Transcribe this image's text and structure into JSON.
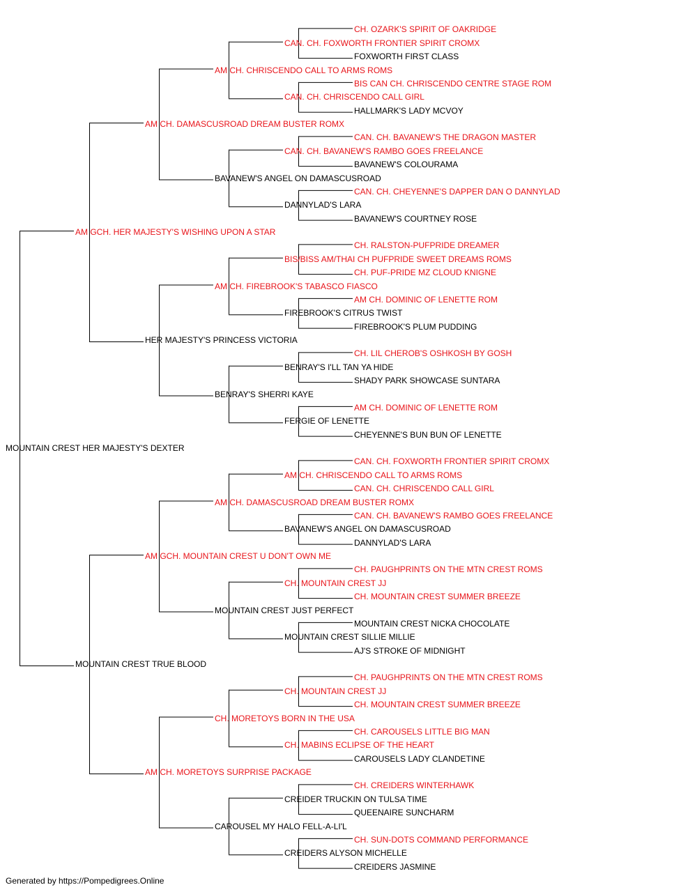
{
  "pedigree": {
    "name": "MOUNTAIN CREST HER MAJESTY'S DEXTER",
    "champion": false,
    "sire": {
      "name": "AM GCH. HER MAJESTY'S WISHING UPON A STAR",
      "champion": true,
      "sire": {
        "name": "AM CH. DAMASCUSROAD DREAM BUSTER ROMX",
        "champion": true,
        "sire": {
          "name": "AM CH. CHRISCENDO CALL TO ARMS ROMS",
          "champion": true,
          "sire": {
            "name": "CAN. CH. FOXWORTH FRONTIER SPIRIT CROMX",
            "champion": true,
            "sire": {
              "name": "CH. OZARK'S SPIRIT OF OAKRIDGE",
              "champion": true
            },
            "dam": {
              "name": "FOXWORTH FIRST CLASS",
              "champion": false
            }
          },
          "dam": {
            "name": "CAN. CH. CHRISCENDO CALL GIRL",
            "champion": true,
            "sire": {
              "name": "BIS CAN CH. CHRISCENDO CENTRE STAGE ROM",
              "champion": true
            },
            "dam": {
              "name": "HALLMARK'S LADY MCVOY",
              "champion": false
            }
          }
        },
        "dam": {
          "name": "BAVANEW'S ANGEL ON DAMASCUSROAD",
          "champion": false,
          "sire": {
            "name": "CAN. CH. BAVANEW'S RAMBO GOES FREELANCE",
            "champion": true,
            "sire": {
              "name": "CAN. CH. BAVANEW'S THE DRAGON MASTER",
              "champion": true
            },
            "dam": {
              "name": "BAVANEW'S COLOURAMA",
              "champion": false
            }
          },
          "dam": {
            "name": "DANNYLAD'S LARA",
            "champion": false,
            "sire": {
              "name": "CAN. CH. CHEYENNE'S DAPPER DAN O DANNYLAD",
              "champion": true
            },
            "dam": {
              "name": "BAVANEW'S COURTNEY ROSE",
              "champion": false
            }
          }
        }
      },
      "dam": {
        "name": "HER MAJESTY'S PRINCESS VICTORIA",
        "champion": false,
        "sire": {
          "name": "AM CH. FIREBROOK'S TABASCO FIASCO",
          "champion": true,
          "sire": {
            "name": "BIS/BISS AM/THAI CH PUFPRIDE SWEET DREAMS ROMS",
            "champion": true,
            "sire": {
              "name": "CH. RALSTON-PUFPRIDE DREAMER",
              "champion": true
            },
            "dam": {
              "name": "CH. PUF-PRIDE MZ CLOUD KNIGNE",
              "champion": true
            }
          },
          "dam": {
            "name": "FIREBROOK'S CITRUS TWIST",
            "champion": false,
            "sire": {
              "name": "AM CH. DOMINIC OF LENETTE ROM",
              "champion": true
            },
            "dam": {
              "name": "FIREBROOK'S PLUM PUDDING",
              "champion": false
            }
          }
        },
        "dam": {
          "name": "BENRAY'S SHERRI KAYE",
          "champion": false,
          "sire": {
            "name": "BENRAY'S I'LL TAN YA HIDE",
            "champion": false,
            "sire": {
              "name": "CH. LIL CHEROB'S OSHKOSH BY GOSH",
              "champion": true
            },
            "dam": {
              "name": "SHADY PARK SHOWCASE SUNTARA",
              "champion": false
            }
          },
          "dam": {
            "name": "FERGIE OF LENETTE",
            "champion": false,
            "sire": {
              "name": "AM CH. DOMINIC OF LENETTE ROM",
              "champion": true
            },
            "dam": {
              "name": "CHEYENNE'S BUN BUN OF LENETTE",
              "champion": false
            }
          }
        }
      }
    },
    "dam": {
      "name": "MOUNTAIN CREST TRUE BLOOD",
      "champion": false,
      "sire": {
        "name": "AM GCH. MOUNTAIN CREST U DON'T OWN ME",
        "champion": true,
        "sire": {
          "name": "AM CH. DAMASCUSROAD DREAM BUSTER ROMX",
          "champion": true,
          "sire": {
            "name": "AM CH. CHRISCENDO CALL TO ARMS ROMS",
            "champion": true,
            "sire": {
              "name": "CAN. CH. FOXWORTH FRONTIER SPIRIT CROMX",
              "champion": true
            },
            "dam": {
              "name": "CAN. CH. CHRISCENDO CALL GIRL",
              "champion": true
            }
          },
          "dam": {
            "name": "BAVANEW'S ANGEL ON DAMASCUSROAD",
            "champion": false,
            "sire": {
              "name": "CAN. CH. BAVANEW'S RAMBO GOES FREELANCE",
              "champion": true
            },
            "dam": {
              "name": "DANNYLAD'S LARA",
              "champion": false
            }
          }
        },
        "dam": {
          "name": "MOUNTAIN CREST JUST PERFECT",
          "champion": false,
          "sire": {
            "name": "CH. MOUNTAIN CREST JJ",
            "champion": true,
            "sire": {
              "name": "CH. PAUGHPRINTS ON THE MTN CREST ROMS",
              "champion": true
            },
            "dam": {
              "name": "CH. MOUNTAIN CREST SUMMER BREEZE",
              "champion": true
            }
          },
          "dam": {
            "name": "MOUNTAIN CREST SILLIE MILLIE",
            "champion": false,
            "sire": {
              "name": "MOUNTAIN CREST NICKA CHOCOLATE",
              "champion": false
            },
            "dam": {
              "name": "AJ'S STROKE OF MIDNIGHT",
              "champion": false
            }
          }
        }
      },
      "dam": {
        "name": "AM CH. MORETOYS SURPRISE PACKAGE",
        "champion": true,
        "sire": {
          "name": "CH. MORETOYS BORN IN THE USA",
          "champion": true,
          "sire": {
            "name": "CH. MOUNTAIN CREST JJ",
            "champion": true,
            "sire": {
              "name": "CH. PAUGHPRINTS ON THE MTN CREST ROMS",
              "champion": true
            },
            "dam": {
              "name": "CH. MOUNTAIN CREST SUMMER BREEZE",
              "champion": true
            }
          },
          "dam": {
            "name": "CH. MABINS ECLIPSE OF THE HEART",
            "champion": true,
            "sire": {
              "name": "CH. CAROUSELS LITTLE BIG MAN",
              "champion": true
            },
            "dam": {
              "name": "CAROUSELS LADY CLANDETINE",
              "champion": false
            }
          }
        },
        "dam": {
          "name": "CAROUSEL MY HALO FELL-A-LI'L",
          "champion": false,
          "sire": {
            "name": "CREIDER TRUCKIN ON TULSA TIME",
            "champion": false,
            "sire": {
              "name": "CH. CREIDERS WINTERHAWK",
              "champion": true
            },
            "dam": {
              "name": "QUEENAIRE SUNCHARM",
              "champion": false
            }
          },
          "dam": {
            "name": "CREIDERS ALYSON MICHELLE",
            "champion": false,
            "sire": {
              "name": "CH. SUN-DOTS COMMAND PERFORMANCE",
              "champion": true
            },
            "dam": {
              "name": "CREIDERS JASMINE",
              "champion": false
            }
          }
        }
      }
    }
  },
  "footer": "Generated by https://Pompedigrees.Online",
  "colors": {
    "champion": "#e8141a",
    "regular": "#000000",
    "line": "#000000"
  }
}
